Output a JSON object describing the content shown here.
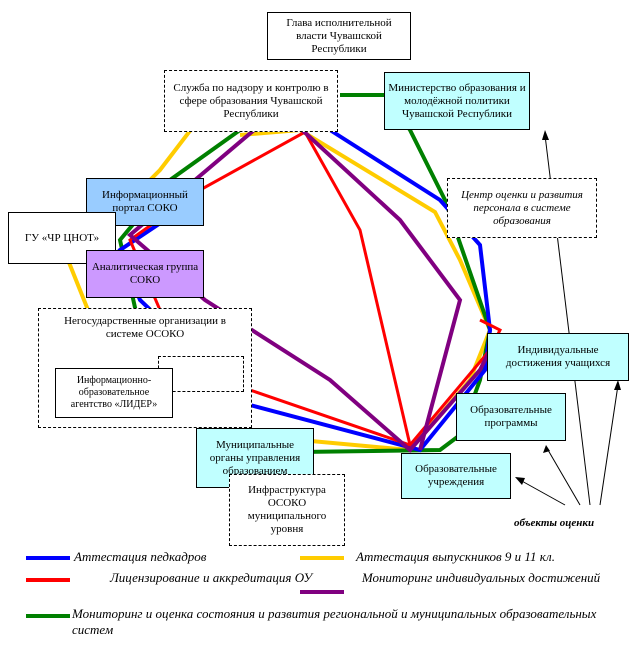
{
  "nodes": {
    "head": "Глава исполнительной власти Чувашской Республики",
    "supervision": "Служба по надзору и контролю в сфере образования Чувашской Республики",
    "ministry": "Министерство образования и молодёжной политики Чувашской Республики",
    "center": "Центр оценки и развития персонала в системе образования",
    "info_portal": "Информационный портал СОКО",
    "gu": "ГУ «ЧР ЦНОТ»",
    "analytics": "Аналитическая группа СОКО",
    "nongov": "Негосударственные организации в системе ОСОКО",
    "agency": "Информационно-образовательное агентство «ЛИДЕР»",
    "achievements": "Индивидуальные достижения учащихся",
    "programs": "Образовательные программы",
    "institutions": "Образовательные учреждения",
    "municipal": "Муниципальные органы управления образованием",
    "infra": "Инфраструктура ОСОКО муниципального уровня",
    "objects_label": "объекты оценки"
  },
  "legend": [
    {
      "color": "#0000ff",
      "label": "Аттестация педкадров"
    },
    {
      "color": "#ffcc00",
      "label": "Аттестация выпускников 9 и 11 кл."
    },
    {
      "color": "#ff0000",
      "label": "Лицензирование и аккредитация ОУ"
    },
    {
      "color": "#800080",
      "label": "Мониторинг индивидуальных достижений"
    },
    {
      "color": "#008000",
      "label": "Мониторинг и оценка состояния и развития региональной и муниципальных образовательных систем"
    }
  ]
}
